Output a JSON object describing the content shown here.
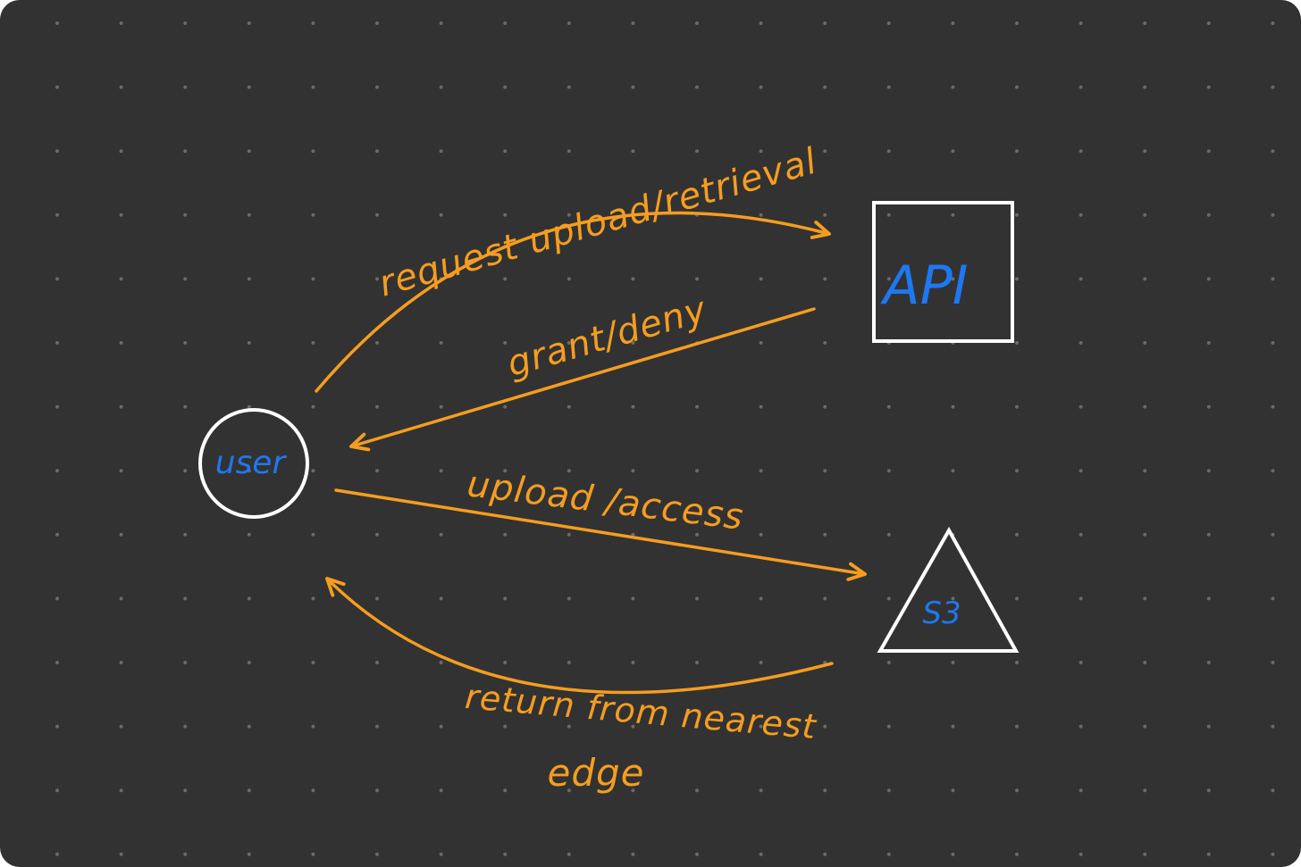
{
  "colors": {
    "background": "#323232",
    "grid_dot": "#6a6a6a",
    "shape_stroke": "#ffffff",
    "node_text": "#1e78f0",
    "edge": "#f59d20"
  },
  "nodes": {
    "user": {
      "label": "user",
      "shape": "circle"
    },
    "api": {
      "label": "API",
      "shape": "square"
    },
    "s3": {
      "label": "S3",
      "shape": "triangle"
    }
  },
  "edges": {
    "request": {
      "label": "request upload/retrieval",
      "from": "user",
      "to": "api"
    },
    "grant": {
      "label": "grant/deny",
      "from": "api",
      "to": "user"
    },
    "upload": {
      "label": "upload /access",
      "from": "user",
      "to": "s3"
    },
    "return": {
      "label_line1": "return from nearest",
      "label_line2": "edge",
      "from": "s3",
      "to": "user"
    }
  }
}
